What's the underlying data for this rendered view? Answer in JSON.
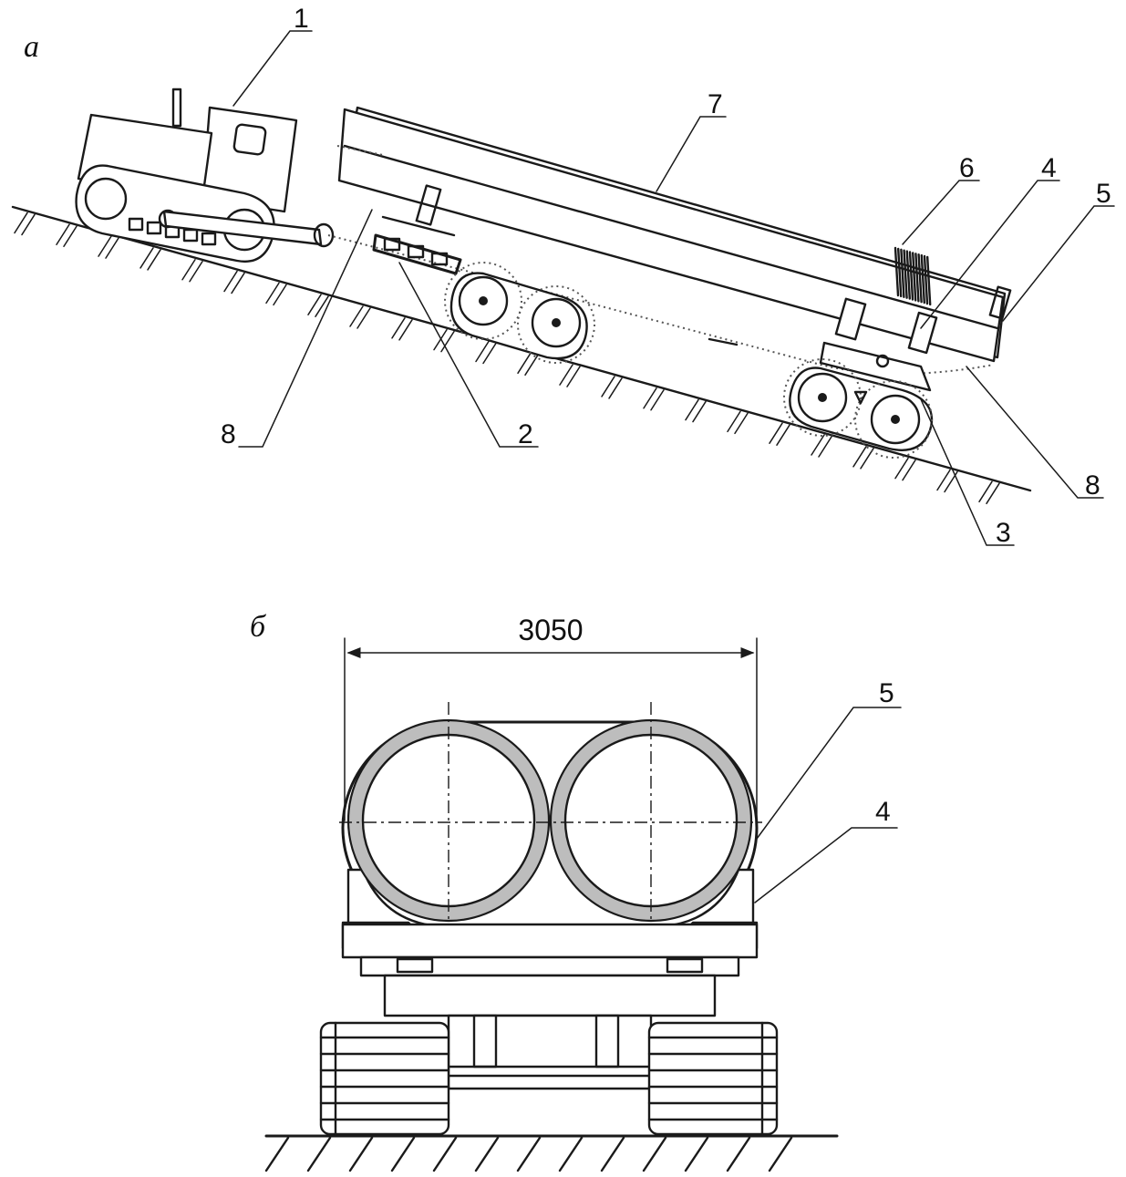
{
  "figure_a": {
    "panel_letter": "a",
    "callouts": [
      "1",
      "7",
      "6",
      "4",
      "5",
      "8",
      "2",
      "8",
      "3"
    ]
  },
  "figure_b": {
    "panel_letter": "б",
    "width_dimension": "3050",
    "callouts": [
      "5",
      "4"
    ]
  },
  "colors": {
    "line": "#1a1a1a",
    "ring_fill": "#bdbdbd",
    "background": "#ffffff"
  }
}
